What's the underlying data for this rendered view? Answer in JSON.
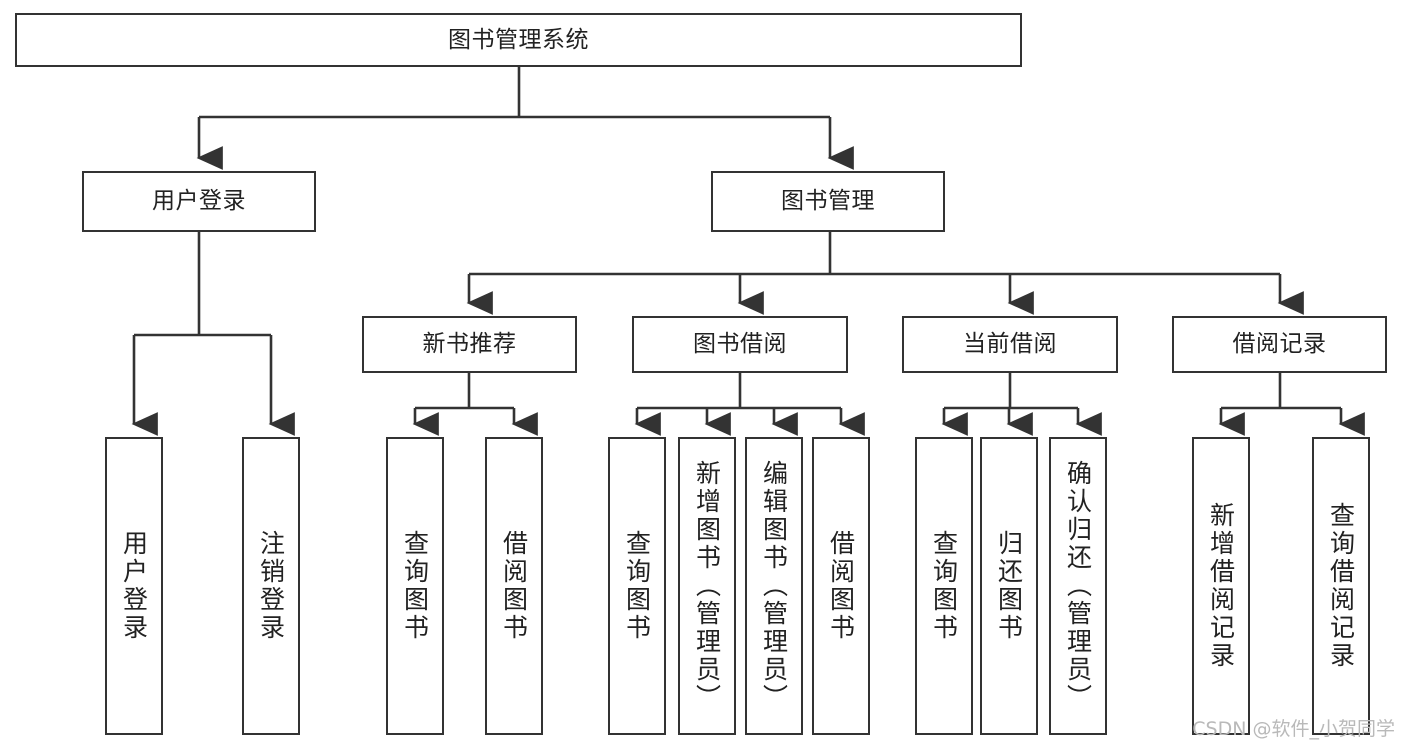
{
  "diagram": {
    "title": "图书管理系统",
    "type": "tree-hierarchy",
    "watermark": "CSDN @软件_小贺同学",
    "colors": {
      "box_border": "#333333",
      "box_fill": "#ffffff",
      "edge": "#333333",
      "text": "#222222",
      "watermark": "#b9b9b9",
      "background": "#ffffff"
    },
    "root": {
      "label": "图书管理系统"
    },
    "level2": [
      {
        "label": "用户登录"
      },
      {
        "label": "图书管理"
      }
    ],
    "level3": [
      {
        "label": "新书推荐"
      },
      {
        "label": "图书借阅"
      },
      {
        "label": "当前借阅"
      },
      {
        "label": "借阅记录"
      }
    ],
    "leaves": {
      "user_login": [
        {
          "label": "用户登录"
        },
        {
          "label": "注销登录"
        }
      ],
      "new_book_recommend": [
        {
          "label": "查询图书"
        },
        {
          "label": "借阅图书"
        }
      ],
      "book_borrow": [
        {
          "label": "查询图书"
        },
        {
          "label": "新增图书（管理员）"
        },
        {
          "label": "编辑图书（管理员）"
        },
        {
          "label": "借阅图书"
        }
      ],
      "current_borrow": [
        {
          "label": "查询图书"
        },
        {
          "label": "归还图书"
        },
        {
          "label": "确认归还（管理员）"
        }
      ],
      "borrow_record": [
        {
          "label": "新增借阅记录"
        },
        {
          "label": "查询借阅记录"
        }
      ]
    }
  }
}
